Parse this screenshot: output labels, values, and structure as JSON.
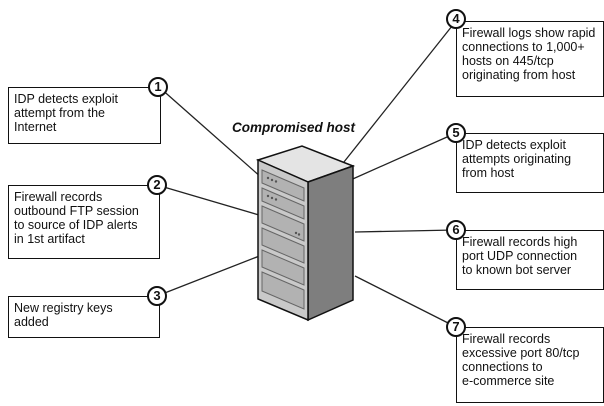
{
  "title": "Compromised host",
  "artifacts": [
    {
      "number": "1",
      "text": "IDP detects exploit\nattempt from the\nInternet"
    },
    {
      "number": "2",
      "text": "Firewall records\noutbound FTP session\nto source of IDP alerts\nin 1st artifact"
    },
    {
      "number": "3",
      "text": "New registry keys\nadded"
    },
    {
      "number": "4",
      "text": "Firewall logs show rapid\nconnections to 1,000+\nhosts on 445/tcp\noriginating from host"
    },
    {
      "number": "5",
      "text": "IDP detects exploit\nattempts originating\nfrom host"
    },
    {
      "number": "6",
      "text": "Firewall records high\nport UDP connection\nto known bot server"
    },
    {
      "number": "7",
      "text": "Firewall records\nexcessive port 80/tcp\nconnections to\ne-commerce site"
    }
  ]
}
